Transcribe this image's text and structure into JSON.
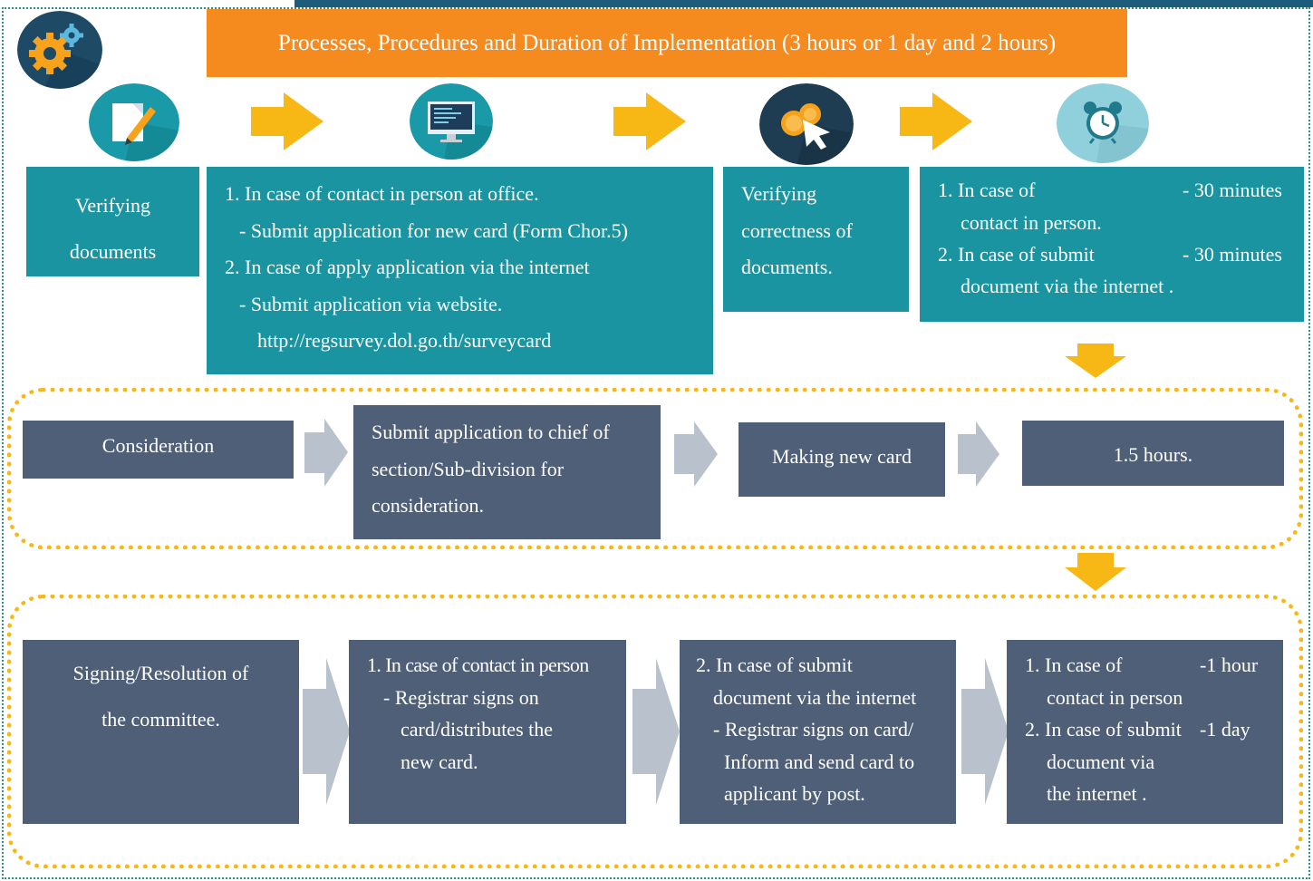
{
  "banner": "Processes, Procedures and Duration of Implementation (3 hours or 1 day and 2 hours)",
  "colors": {
    "teal": "#1a94a1",
    "slate": "#4f5f78",
    "orange": "#f58a1f",
    "yellow": "#f7b816",
    "gray_arrow": "#b8c1cc"
  },
  "icons": [
    "gears-icon",
    "document-pen-icon",
    "computer-monitor-icon",
    "coins-cursor-icon",
    "alarm-clock-icon"
  ],
  "row1": {
    "verify_docs": [
      "Verifying",
      "documents"
    ],
    "submit": [
      "1. In case of contact in person at office.",
      "   - Submit application for new card   (Form Chor.5)",
      "2. In case of apply application via the internet",
      "   - Submit application via website.",
      "      http://regsurvey.dol.go.th/surveycard"
    ],
    "verify_correct": [
      "Verifying",
      "correctness of",
      "documents."
    ],
    "time": {
      "l1a": "1. In case of",
      "l1b": "- 30 minutes",
      "l1c": "contact in person.",
      "l2a": "2. In case of submit",
      "l2b": "- 30 minutes",
      "l2c": "document via the internet ."
    }
  },
  "row2": {
    "consideration": "Consideration",
    "submit_chief": [
      "Submit application to chief of",
      "section/Sub-division for",
      "consideration."
    ],
    "making": "Making new card",
    "hours": "1.5 hours."
  },
  "row3": {
    "signing": [
      "Signing/Resolution of",
      "the committee."
    ],
    "contact": [
      "1. In case of contact in person",
      "- Registrar signs on",
      "card/distributes the",
      "new card."
    ],
    "internet": [
      "2. In case of submit",
      "document via the internet",
      "- Registrar signs on card/",
      "Inform and send card to",
      "applicant by post."
    ],
    "time": {
      "l1a": "1. In case of",
      "l1b": "-1 hour",
      "l1c": "contact in person",
      "l2a": "2. In case of submit",
      "l2b": "-1 day",
      "l2c": "document via",
      "l2d": "the internet ."
    }
  }
}
